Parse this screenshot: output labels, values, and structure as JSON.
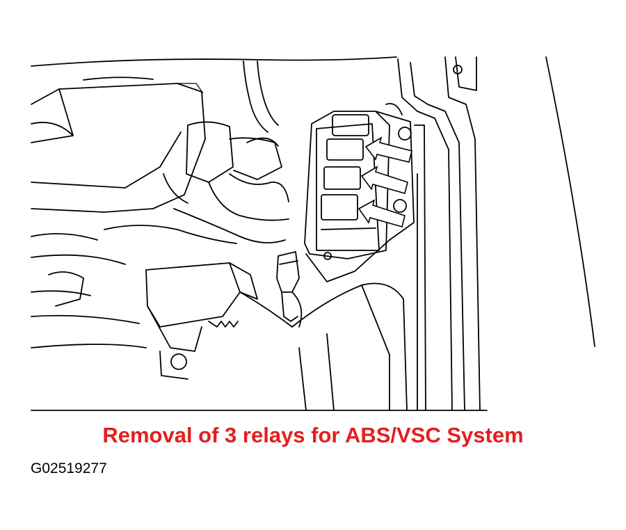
{
  "figure": {
    "caption": "Removal of 3 relays for ABS/VSC System",
    "figure_code": "G02519277",
    "caption_color": "#e41e1e"
  },
  "callouts": {
    "count": 3,
    "icon": "arrow-icon"
  }
}
